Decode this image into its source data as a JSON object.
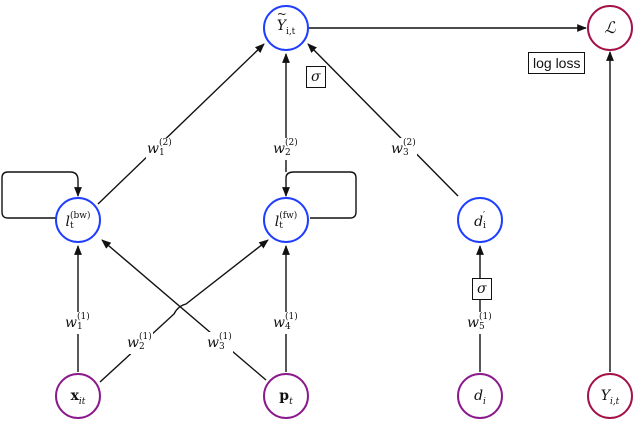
{
  "nodes": {
    "y_tilde": {
      "base": "Y",
      "accent": "~",
      "sub": "i,t",
      "color": "#1f3fff"
    },
    "loss": {
      "text": "ℒ",
      "color": "#a3134a"
    },
    "l_bw": {
      "base": "l",
      "sub": "t",
      "sup": "(bw)",
      "color": "#1f3fff"
    },
    "l_fw": {
      "base": "l",
      "sub": "t",
      "sup": "(fw)",
      "color": "#1f3fff"
    },
    "d_prime": {
      "base": "d",
      "sub": "i",
      "sup": "′",
      "color": "#1f3fff"
    },
    "x_it": {
      "base": "x",
      "sub": "it",
      "color": "#8b1a8b"
    },
    "p_t": {
      "base": "p",
      "sub": "t",
      "color": "#8b1a8b"
    },
    "d_i": {
      "base": "d",
      "sub": "i",
      "color": "#8b1a8b"
    },
    "y_it": {
      "base": "Y",
      "sub": "i,t",
      "color": "#a3134a"
    }
  },
  "weights": {
    "w1_2": {
      "base": "w",
      "sub": "1",
      "sup": "(2)"
    },
    "w2_2": {
      "base": "w",
      "sub": "2",
      "sup": "(2)"
    },
    "w3_2": {
      "base": "w",
      "sub": "3",
      "sup": "(2)"
    },
    "w1_1": {
      "base": "w",
      "sub": "1",
      "sup": "(1)"
    },
    "w2_1": {
      "base": "w",
      "sub": "2",
      "sup": "(1)"
    },
    "w3_1": {
      "base": "w",
      "sub": "3",
      "sup": "(1)"
    },
    "w4_1": {
      "base": "w",
      "sub": "4",
      "sup": "(1)"
    },
    "w5_1": {
      "base": "w",
      "sub": "5",
      "sup": "(1)"
    }
  },
  "boxes": {
    "sigma_top": "σ",
    "sigma_bottom": "σ",
    "log_loss": "log loss"
  },
  "colors": {
    "hidden": "#1f3fff",
    "input": "#8b1a8b",
    "output": "#a3134a",
    "edge": "#111111"
  }
}
